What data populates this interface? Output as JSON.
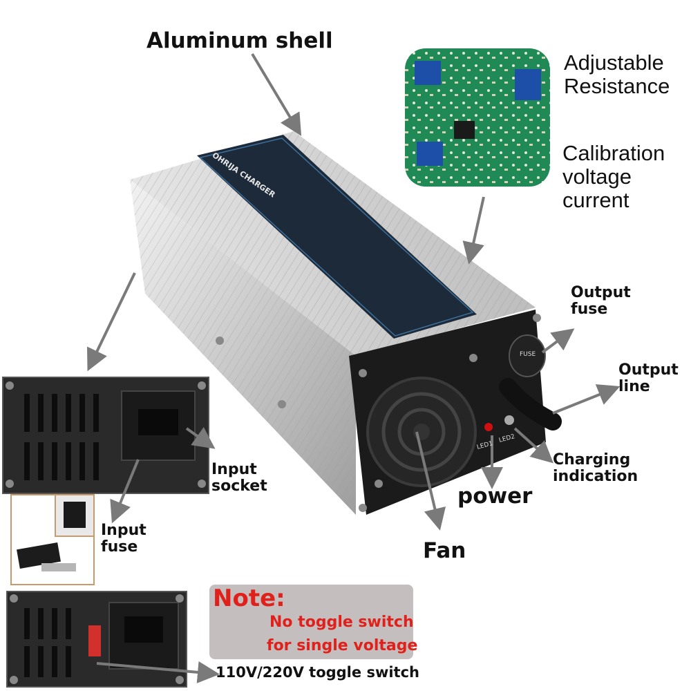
{
  "labels": {
    "aluminum_shell": "Aluminum shell",
    "adjustable_resistance": "Adjustable\nResistance",
    "calibration": "Calibration\nvoltage\ncurrent",
    "output_fuse": "Output\nfuse",
    "output_line": "Output\nline",
    "input_socket": "Input\nsocket",
    "input_fuse": "Input\nfuse",
    "power": "power",
    "charging_indication": "Charging\nindication",
    "fan": "Fan",
    "toggle_switch": "110V/220V  toggle switch"
  },
  "note": {
    "title": "Note:",
    "line1": "No toggle switch",
    "line2": "for single voltage"
  },
  "panel_texts": {
    "brand": "OHRIJA CHARGER",
    "fuse_cap": "FUSE",
    "led1": "LED1",
    "led2": "LED2"
  },
  "colors": {
    "arrow": "#7a7a7a",
    "note_red": "#e0201a",
    "note_bg": "#c5bebe",
    "pcb_green": "#1f8a55"
  }
}
